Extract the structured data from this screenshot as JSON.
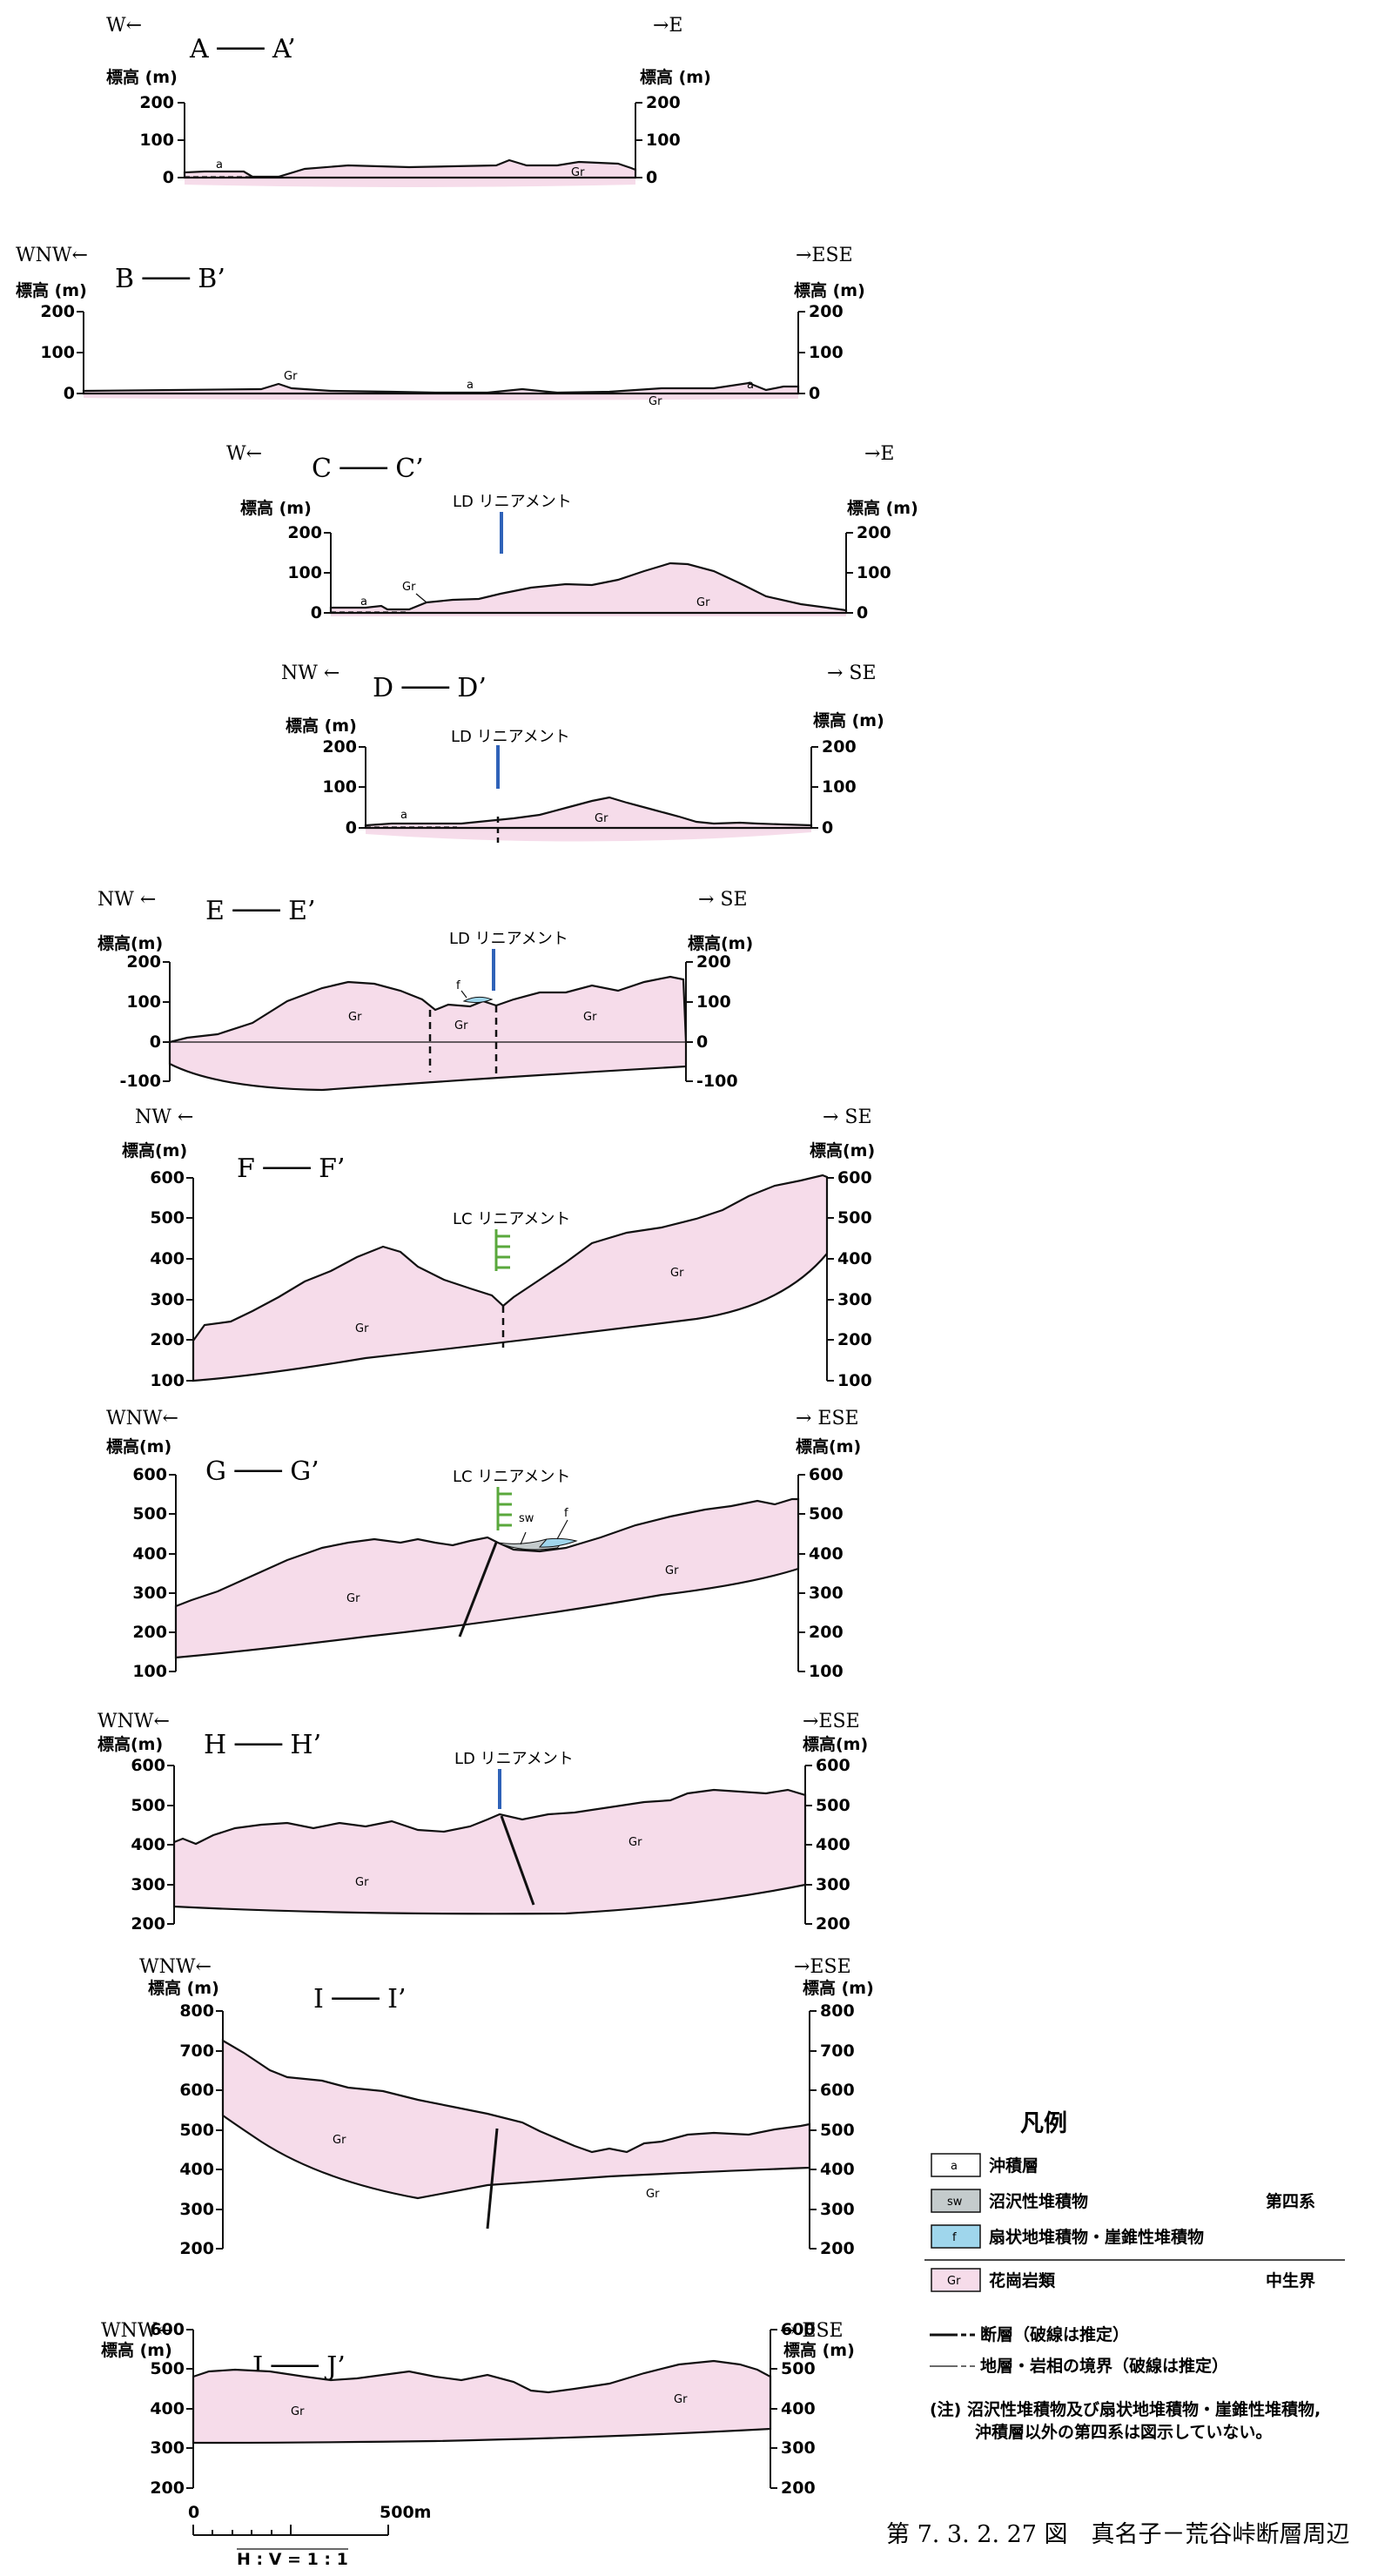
{
  "sections": [
    {
      "id": "A",
      "title": "A ─── A’",
      "left_dir": "W←",
      "right_dir": "→E",
      "ylabel": "標高 (m)",
      "ticks": [
        "200",
        "100",
        "0"
      ],
      "labels": [
        "a",
        "Gr"
      ],
      "lineament": ""
    },
    {
      "id": "B",
      "title": "B ─── B’",
      "left_dir": "WNW←",
      "right_dir": "→ESE",
      "ylabel": "標高 (m)",
      "ticks": [
        "200",
        "100",
        "0"
      ],
      "labels": [
        "Gr",
        "a",
        "a",
        "Gr"
      ],
      "lineament": ""
    },
    {
      "id": "C",
      "title": "C ─── C’",
      "left_dir": "W←",
      "right_dir": "→E",
      "ylabel": "標高 (m)",
      "ticks": [
        "200",
        "100",
        "0"
      ],
      "labels": [
        "a",
        "Gr",
        "Gr"
      ],
      "lineament": "LD リニアメント"
    },
    {
      "id": "D",
      "title": "D ─── D’",
      "left_dir": "NW ←",
      "right_dir": "→ SE",
      "ylabel": "標高 (m)",
      "ticks": [
        "200",
        "100",
        "0"
      ],
      "labels": [
        "a",
        "Gr"
      ],
      "lineament": "LD リニアメント"
    },
    {
      "id": "E",
      "title": "E ─── E’",
      "left_dir": "NW ←",
      "right_dir": "→ SE",
      "ylabel": "標高(m)",
      "ticks": [
        "200",
        "100",
        "0",
        "-100"
      ],
      "labels": [
        "Gr",
        "f",
        "Gr",
        "Gr"
      ],
      "lineament": "LD リニアメント"
    },
    {
      "id": "F",
      "title": "F ─── F’",
      "left_dir": "NW ←",
      "right_dir": "→ SE",
      "ylabel": "標高(m)",
      "ticks": [
        "600",
        "500",
        "400",
        "300",
        "200",
        "100"
      ],
      "labels": [
        "Gr",
        "Gr"
      ],
      "lineament": "LC リニアメント"
    },
    {
      "id": "G",
      "title": "G ─── G’",
      "left_dir": "WNW←",
      "right_dir": "→ ESE",
      "ylabel": "標高(m)",
      "ticks": [
        "600",
        "500",
        "400",
        "300",
        "200",
        "100"
      ],
      "labels": [
        "sw",
        "f",
        "Gr",
        "Gr"
      ],
      "lineament": "LC リニアメント"
    },
    {
      "id": "H",
      "title": "H ─── H’",
      "left_dir": "WNW←",
      "right_dir": "→ESE",
      "ylabel": "標高(m)",
      "ticks": [
        "600",
        "500",
        "400",
        "300",
        "200"
      ],
      "labels": [
        "Gr",
        "Gr"
      ],
      "lineament": "LD リニアメント"
    },
    {
      "id": "I",
      "title": "I ─── I’",
      "left_dir": "WNW←",
      "right_dir": "→ESE",
      "ylabel": "標高 (m)",
      "ticks": [
        "800",
        "700",
        "600",
        "500",
        "400",
        "300",
        "200"
      ],
      "labels": [
        "Gr",
        "Gr"
      ],
      "lineament": ""
    },
    {
      "id": "J",
      "title": "J ─── J’",
      "left_dir": "WNW←",
      "right_dir": "→ ESE",
      "ylabel": "標高 (m)",
      "ticks": [
        "600",
        "500",
        "400",
        "300",
        "200"
      ],
      "labels": [
        "Gr",
        "Gr"
      ],
      "lineament": ""
    }
  ],
  "scale": {
    "zero": "0",
    "length": "500m",
    "ratio": "H : V = 1 : 1"
  },
  "legend": {
    "title": "凡例",
    "items": [
      {
        "key": "a",
        "label": "沖積層",
        "color": "#ffffff"
      },
      {
        "key": "sw",
        "label": "沼沢性堆積物",
        "color": "#c4cbcc"
      },
      {
        "key": "f",
        "label": "扇状地堆積物・崖錐性堆積物",
        "color": "#9fd6ec"
      },
      {
        "key": "Gr",
        "label": "花崗岩類",
        "color": "#f6dcea"
      }
    ],
    "quaternary": "第四系",
    "mesozoic": "中生界",
    "fault": "断層（破線は推定）",
    "boundary": "地層・岩相の境界（破線は推定）",
    "note_1": "(注)  沼沢性堆積物及び扇状地堆積物・崖錐性堆積物,",
    "note_2": "沖積層以外の第四系は図示していない。"
  },
  "caption": "第 7. 3. 2. 27 図　真名子－荒谷峠断層周辺",
  "colors": {
    "granite": "#f6dcea",
    "lineament_ld": "#2f62b8",
    "lineament_lc": "#5aa83c",
    "fan": "#9fd6ec"
  }
}
